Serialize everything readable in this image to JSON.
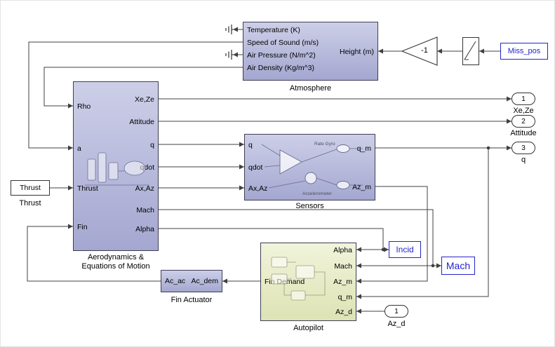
{
  "colors": {
    "block_fill_purple": "#b1b4d8",
    "block_fill_autopilot": "#e8edc6",
    "tag_blue": "#2424cd",
    "wire": "#404040",
    "background": "#ffffff"
  },
  "atmosphere": {
    "caption": "Atmosphere",
    "outputs": [
      "Temperature (K)",
      "Speed of Sound (m/s)",
      "Air Pressure (N/m^2)",
      "Air Density (Kg/m^3)"
    ],
    "input_label": "Height (m)"
  },
  "aero": {
    "caption_line1": "Aerodynamics &",
    "caption_line2": "Equations of Motion",
    "inputs": [
      "Rho",
      "a",
      "Thrust",
      "Fin"
    ],
    "outputs": [
      "Xe,Ze",
      "Attitude",
      "q",
      "qdot",
      "Ax,Az",
      "Mach",
      "Alpha"
    ]
  },
  "sensors": {
    "caption": "Sensors",
    "inputs": [
      "q",
      "qdot",
      "Ax,Az"
    ],
    "outputs": [
      "q_m",
      "Az_m"
    ],
    "internal_labels": [
      "Rate Gyro",
      "Accelerometer"
    ]
  },
  "autopilot": {
    "caption": "Autopilot",
    "output_label": "Fin Demand",
    "inputs": [
      "Alpha",
      "Mach",
      "Az_m",
      "q_m",
      "Az_d"
    ]
  },
  "fin_actuator": {
    "caption": "Fin Actuator",
    "output_label": "Ac_ac",
    "input_label": "Ac_dem"
  },
  "thrust_source": {
    "text": "Thrust",
    "caption": "Thrust"
  },
  "gain": {
    "value": "-1"
  },
  "tags": {
    "miss_pos": "Miss_pos",
    "incid": "Incid",
    "mach": "Mach"
  },
  "outports": [
    {
      "number": "1",
      "caption": "Xe,Ze"
    },
    {
      "number": "2",
      "caption": "Attitude"
    },
    {
      "number": "3",
      "caption": "q"
    }
  ],
  "inports": [
    {
      "number": "1",
      "caption": "Az_d"
    }
  ]
}
